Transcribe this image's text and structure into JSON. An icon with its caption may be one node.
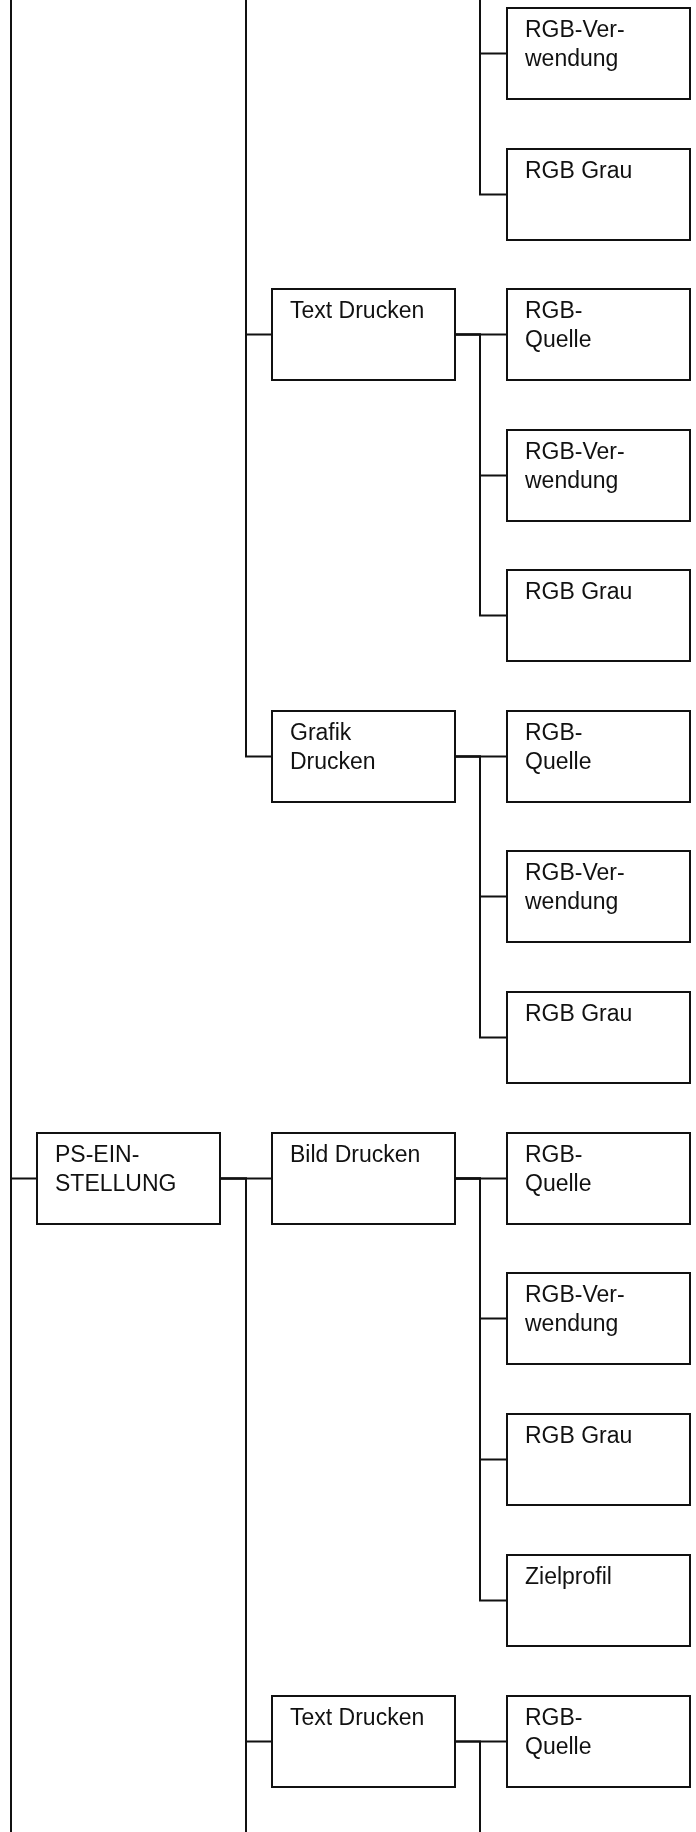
{
  "diagram": {
    "nodes": [
      {
        "text": [
          "RGB-Ver- wendung"
        ]
      },
      {
        "text": [
          "RGB Grau"
        ]
      },
      {
        "text": [
          "Text Drucken"
        ]
      },
      {
        "text": [
          "RGB- Quelle"
        ]
      },
      {
        "text": [
          "RGB-Ver- wendung"
        ]
      },
      {
        "text": [
          "RGB Grau"
        ]
      },
      {
        "text": [
          "Grafik Drucken"
        ]
      },
      {
        "text": [
          "RGB- Quelle"
        ]
      },
      {
        "text": [
          "RGB-Ver- wendung"
        ]
      },
      {
        "text": [
          "RGB Grau"
        ]
      },
      {
        "text": [
          "PS-EIN- STELLUNG"
        ]
      },
      {
        "text": [
          "Bild Drucken"
        ]
      },
      {
        "text": [
          "RGB- Quelle"
        ]
      },
      {
        "text": [
          "RGB-Ver- wendung"
        ]
      },
      {
        "text": [
          "RGB Grau"
        ]
      },
      {
        "text": [
          "Zielprofil"
        ]
      },
      {
        "text": [
          "Text Drucken"
        ]
      },
      {
        "text": [
          "RGB- Quelle"
        ]
      }
    ],
    "edges": [
      {
        "from": null,
        "to": 0,
        "arrow": "none"
      },
      {
        "from": null,
        "to": 1,
        "arrow": "none"
      },
      {
        "from": null,
        "to": 2,
        "arrow": "none"
      },
      {
        "from": null,
        "to": 6,
        "arrow": "none"
      },
      {
        "from": 2,
        "to": 3,
        "arrow": "none"
      },
      {
        "from": 2,
        "to": 4,
        "arrow": "none"
      },
      {
        "from": 2,
        "to": 5,
        "arrow": "none"
      },
      {
        "from": 6,
        "to": 7,
        "arrow": "none"
      },
      {
        "from": 6,
        "to": 8,
        "arrow": "none"
      },
      {
        "from": 6,
        "to": 9,
        "arrow": "none"
      },
      {
        "from": null,
        "to": 10,
        "arrow": "none"
      },
      {
        "from": 10,
        "to": 11,
        "arrow": "none"
      },
      {
        "from": 10,
        "to": 16,
        "arrow": "none"
      },
      {
        "from": 10,
        "to": null,
        "arrow": "none"
      },
      {
        "from": 11,
        "to": 12,
        "arrow": "none"
      },
      {
        "from": 11,
        "to": 13,
        "arrow": "none"
      },
      {
        "from": 11,
        "to": 14,
        "arrow": "none"
      },
      {
        "from": 11,
        "to": 15,
        "arrow": "none"
      },
      {
        "from": 16,
        "to": 17,
        "arrow": "none"
      },
      {
        "from": 16,
        "to": null,
        "arrow": "none"
      }
    ]
  }
}
